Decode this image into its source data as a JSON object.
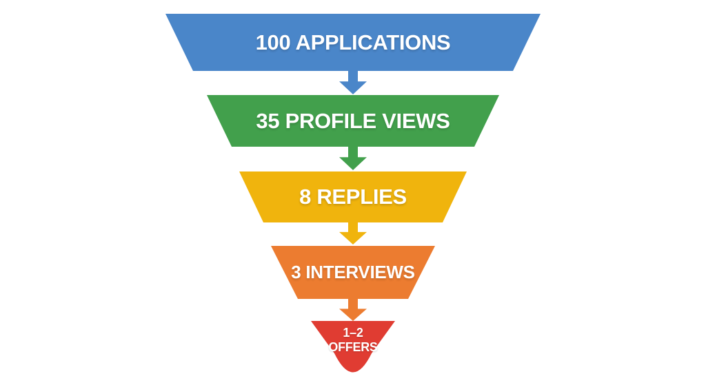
{
  "chart_data": {
    "type": "funnel",
    "title": "",
    "orientation": "top-down",
    "connector": "down-arrow",
    "background": "#ffffff",
    "text_color": "#ffffff",
    "stages": [
      {
        "label": "100 APPLICATIONS",
        "value": 100,
        "color": "#4a86c9"
      },
      {
        "label": "35 PROFILE VIEWS",
        "value": 35,
        "color": "#42a04c"
      },
      {
        "label": "8 REPLIES",
        "value": 8,
        "color": "#f0b40d"
      },
      {
        "label": "3 INTERVIEWS",
        "value": 3,
        "color": "#ec7c30"
      },
      {
        "label": "1–2 OFFERS",
        "value": "1–2",
        "color": "#e03c32",
        "line1": "1–2",
        "line2": "OFFERS"
      }
    ]
  }
}
